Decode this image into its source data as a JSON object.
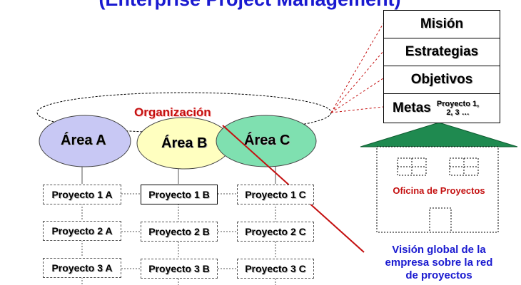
{
  "title": "(Enterprise Project Management)",
  "stack": {
    "mision": "Misión",
    "estrategias": "Estrategias",
    "objetivos": "Objetivos",
    "metas": "Metas",
    "metas_proyecto_line1": "Proyecto 1,",
    "metas_proyecto_line2": "2, 3 …"
  },
  "organizacion": "Organización",
  "areas": {
    "a": "Área A",
    "b": "Área B",
    "c": "Área C"
  },
  "area_colors": {
    "a": "#c8c8f4",
    "b": "#ffffc0",
    "c": "#7fe0b0"
  },
  "projects": {
    "a": [
      "Proyecto 1 A",
      "Proyecto 2 A",
      "Proyecto 3 A"
    ],
    "b": [
      "Proyecto 1 B",
      "Proyecto 2 B",
      "Proyecto 3 B"
    ],
    "c": [
      "Proyecto 1 C",
      "Proyecto 2 C",
      "Proyecto 3 C"
    ]
  },
  "office": {
    "label": "Oficina de Proyectos",
    "roof_color": "#1f8a50",
    "label_color": "#c41010"
  },
  "caption": {
    "line1": "Visión global de la",
    "line2": "empresa sobre la red",
    "line3": "de proyectos"
  }
}
